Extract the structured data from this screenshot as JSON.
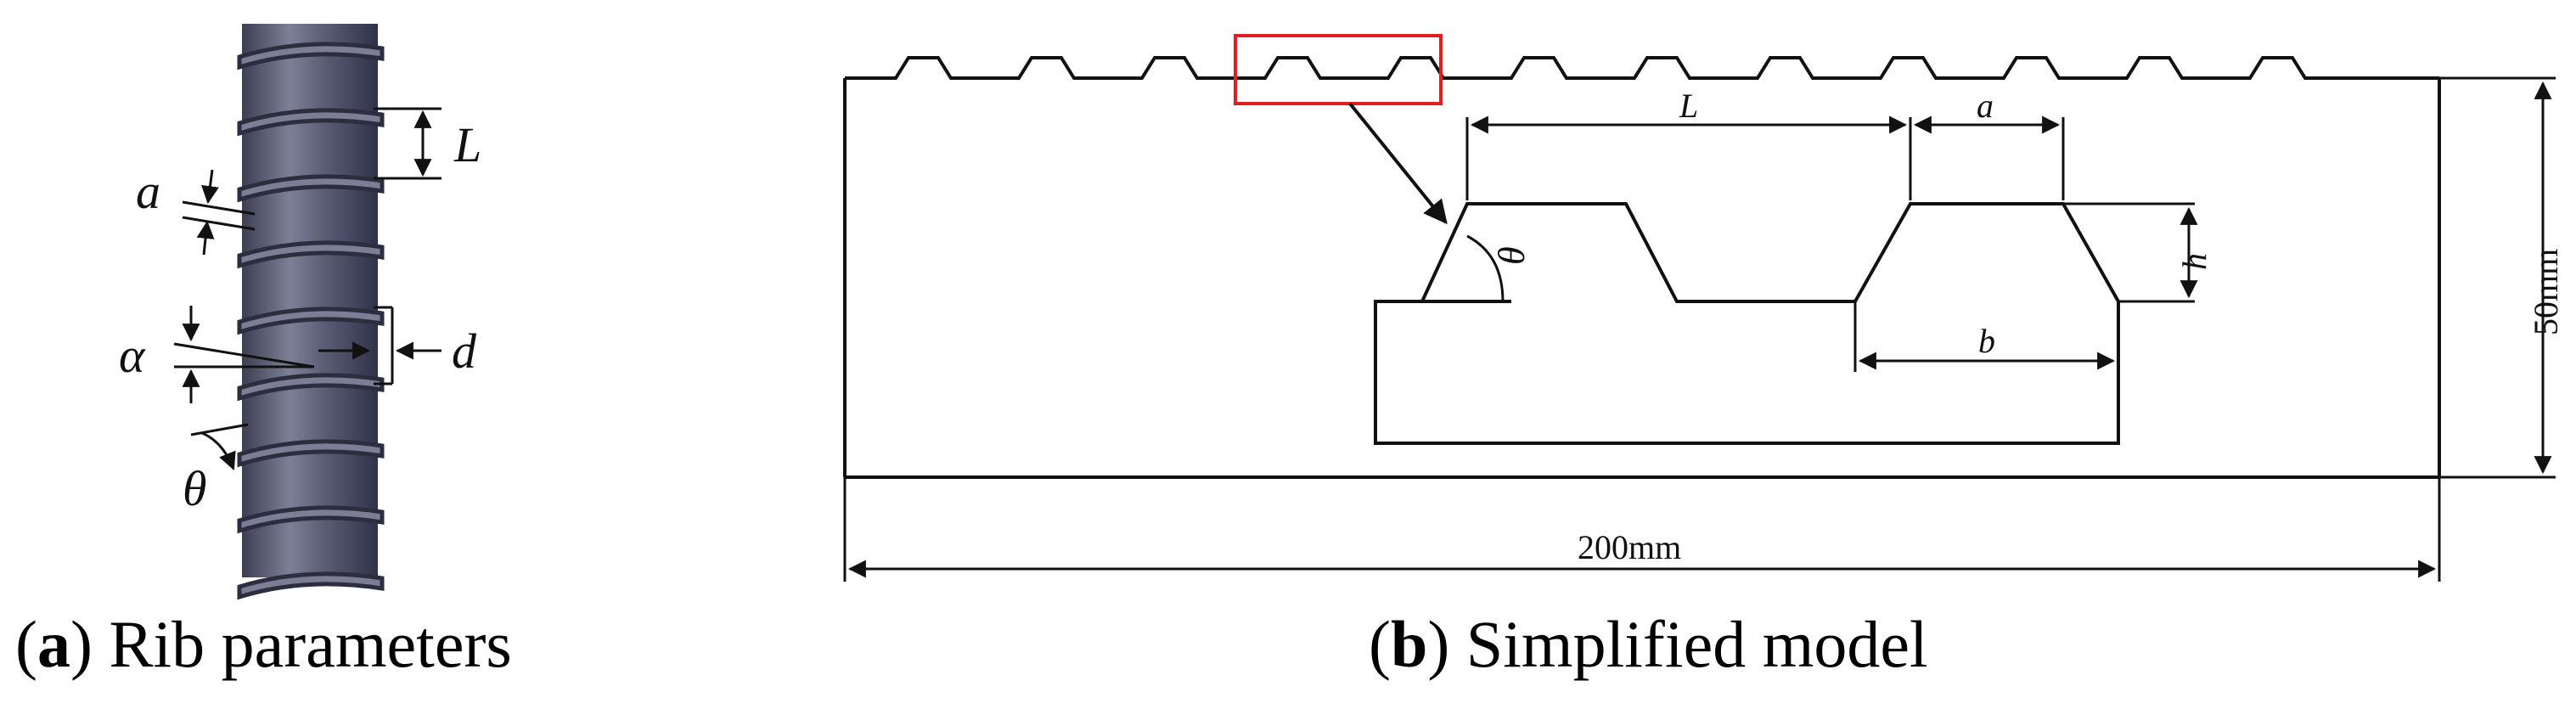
{
  "panel_a": {
    "labels": {
      "L": "L",
      "a": "a",
      "alpha": "α",
      "d": "d",
      "theta": "θ"
    },
    "caption": {
      "letter": "a",
      "text": "Rib parameters"
    }
  },
  "panel_b": {
    "labels": {
      "L": "L",
      "a": "a",
      "h": "h",
      "b": "b",
      "theta": "θ",
      "height": "50mm",
      "width": "200mm"
    },
    "caption": {
      "letter": "b",
      "text": "Simplified model"
    }
  },
  "colors": {
    "highlight": "#e02020",
    "bar_dark": "#4b4e62",
    "bar_light": "#8b8ea3",
    "ink": "#111111"
  }
}
